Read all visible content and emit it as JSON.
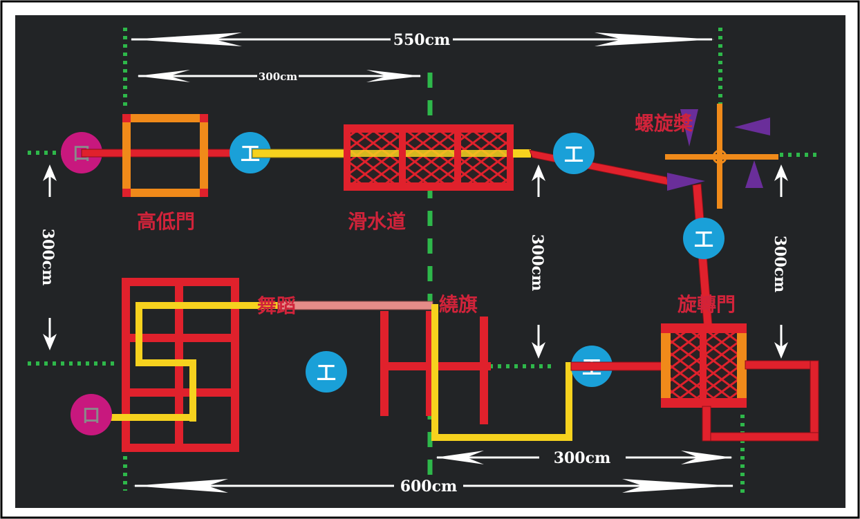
{
  "course": {
    "labels": {
      "high_low_gate": "高低門",
      "water_slide": "滑水道",
      "spiral": "螺旋槳",
      "rotating_gate": "旋轉門",
      "dance": "舞蹈",
      "flag": "繞旗"
    },
    "dimensions": {
      "top_width": "550cm",
      "top_inner": "300cm",
      "bottom_width": "600cm",
      "bottom_inner": "300cm",
      "left_height": "300cm",
      "mid_height": "300cm",
      "right_height": "300cm"
    },
    "markers": {
      "start_top": "口",
      "start_bottom": "口",
      "h_marker": "工"
    },
    "colors": {
      "background": "#222426",
      "red_bar": "#e0212c",
      "yellow_bar": "#f6d21e",
      "orange_bar": "#f08a1a",
      "pink_bar": "#e58c88",
      "green_dots": "#2eb84a",
      "blue_marker": "#1aa0d8",
      "magenta_marker": "#c8187e",
      "purple_cone": "#6a2e9a",
      "label_red": "#d0233a"
    }
  }
}
